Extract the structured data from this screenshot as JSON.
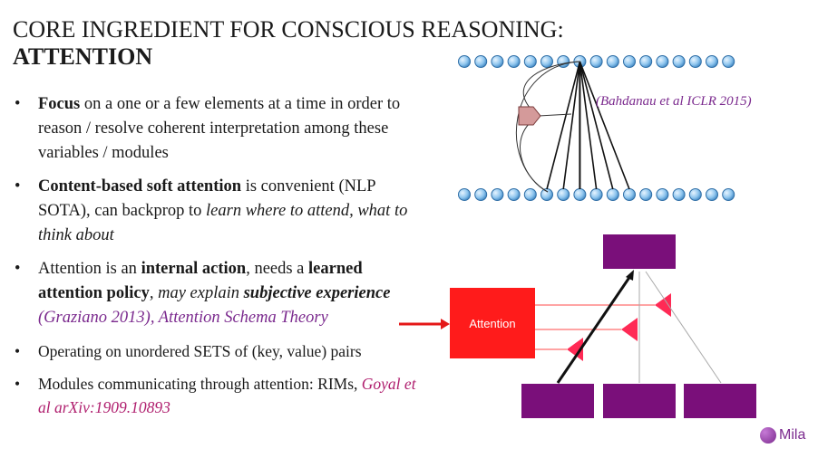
{
  "title": {
    "line1": "CORE INGREDIENT FOR CONSCIOUS REASONING:",
    "line2": "ATTENTION"
  },
  "bullets": [
    {
      "parts": [
        {
          "text": "Focus",
          "style": "bold"
        },
        {
          "text": " on a one or a few elements at a time in order to reason / resolve coherent interpretation among these variables / modules",
          "style": "normal"
        }
      ]
    },
    {
      "parts": [
        {
          "text": "Content-based soft attention",
          "style": "bold"
        },
        {
          "text": " is convenient (NLP SOTA), can backprop to ",
          "style": "normal"
        },
        {
          "text": "learn where to attend, what to think about",
          "style": "italic"
        }
      ]
    },
    {
      "parts": [
        {
          "text": "Attention is an ",
          "style": "normal"
        },
        {
          "text": "internal action",
          "style": "bold"
        },
        {
          "text": ", needs a ",
          "style": "normal"
        },
        {
          "text": "learned attention policy",
          "style": "bold"
        },
        {
          "text": ", may explain ",
          "style": "italic"
        },
        {
          "text": "subjective experience",
          "style": "bold-italic"
        },
        {
          "text": " (Graziano 2013), Attention Schema Theory",
          "style": "italic-purple"
        }
      ]
    },
    {
      "small": true,
      "parts": [
        {
          "text": "Operating on unordered SETS of (key, value) pairs",
          "style": "normal"
        }
      ]
    },
    {
      "small": true,
      "parts": [
        {
          "text": "Modules communicating through attention: RIMs, ",
          "style": "normal"
        },
        {
          "text": "Goyal et al arXiv:1909.10893",
          "style": "italic-magenta"
        }
      ]
    }
  ],
  "diagram": {
    "reference": "(Bahdanau et al ICLR 2015)",
    "attention_label": "Attention",
    "node_count_top": 17,
    "node_count_bottom": 17
  },
  "logo": {
    "text": "Mila"
  },
  "colors": {
    "node": "#8ec5ee",
    "attention_red": "#ff1b1b",
    "module_purple": "#7a0f7a",
    "reference_purple": "#7b2a8e"
  }
}
